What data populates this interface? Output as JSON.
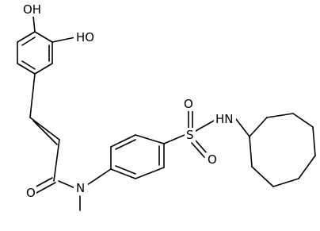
{
  "molecule": {
    "labels": {
      "oh_top": "OH",
      "oh_meta": "HO",
      "carbonyl_o": "O",
      "amide_n": "N",
      "sulfonyl_o_top": "O",
      "sulfur": "S",
      "sulfonyl_o_bottom": "O",
      "sulfonamide_nh": "HN"
    },
    "colors": {
      "bond": "#000000",
      "text": "#000000",
      "background": "#ffffff"
    }
  }
}
